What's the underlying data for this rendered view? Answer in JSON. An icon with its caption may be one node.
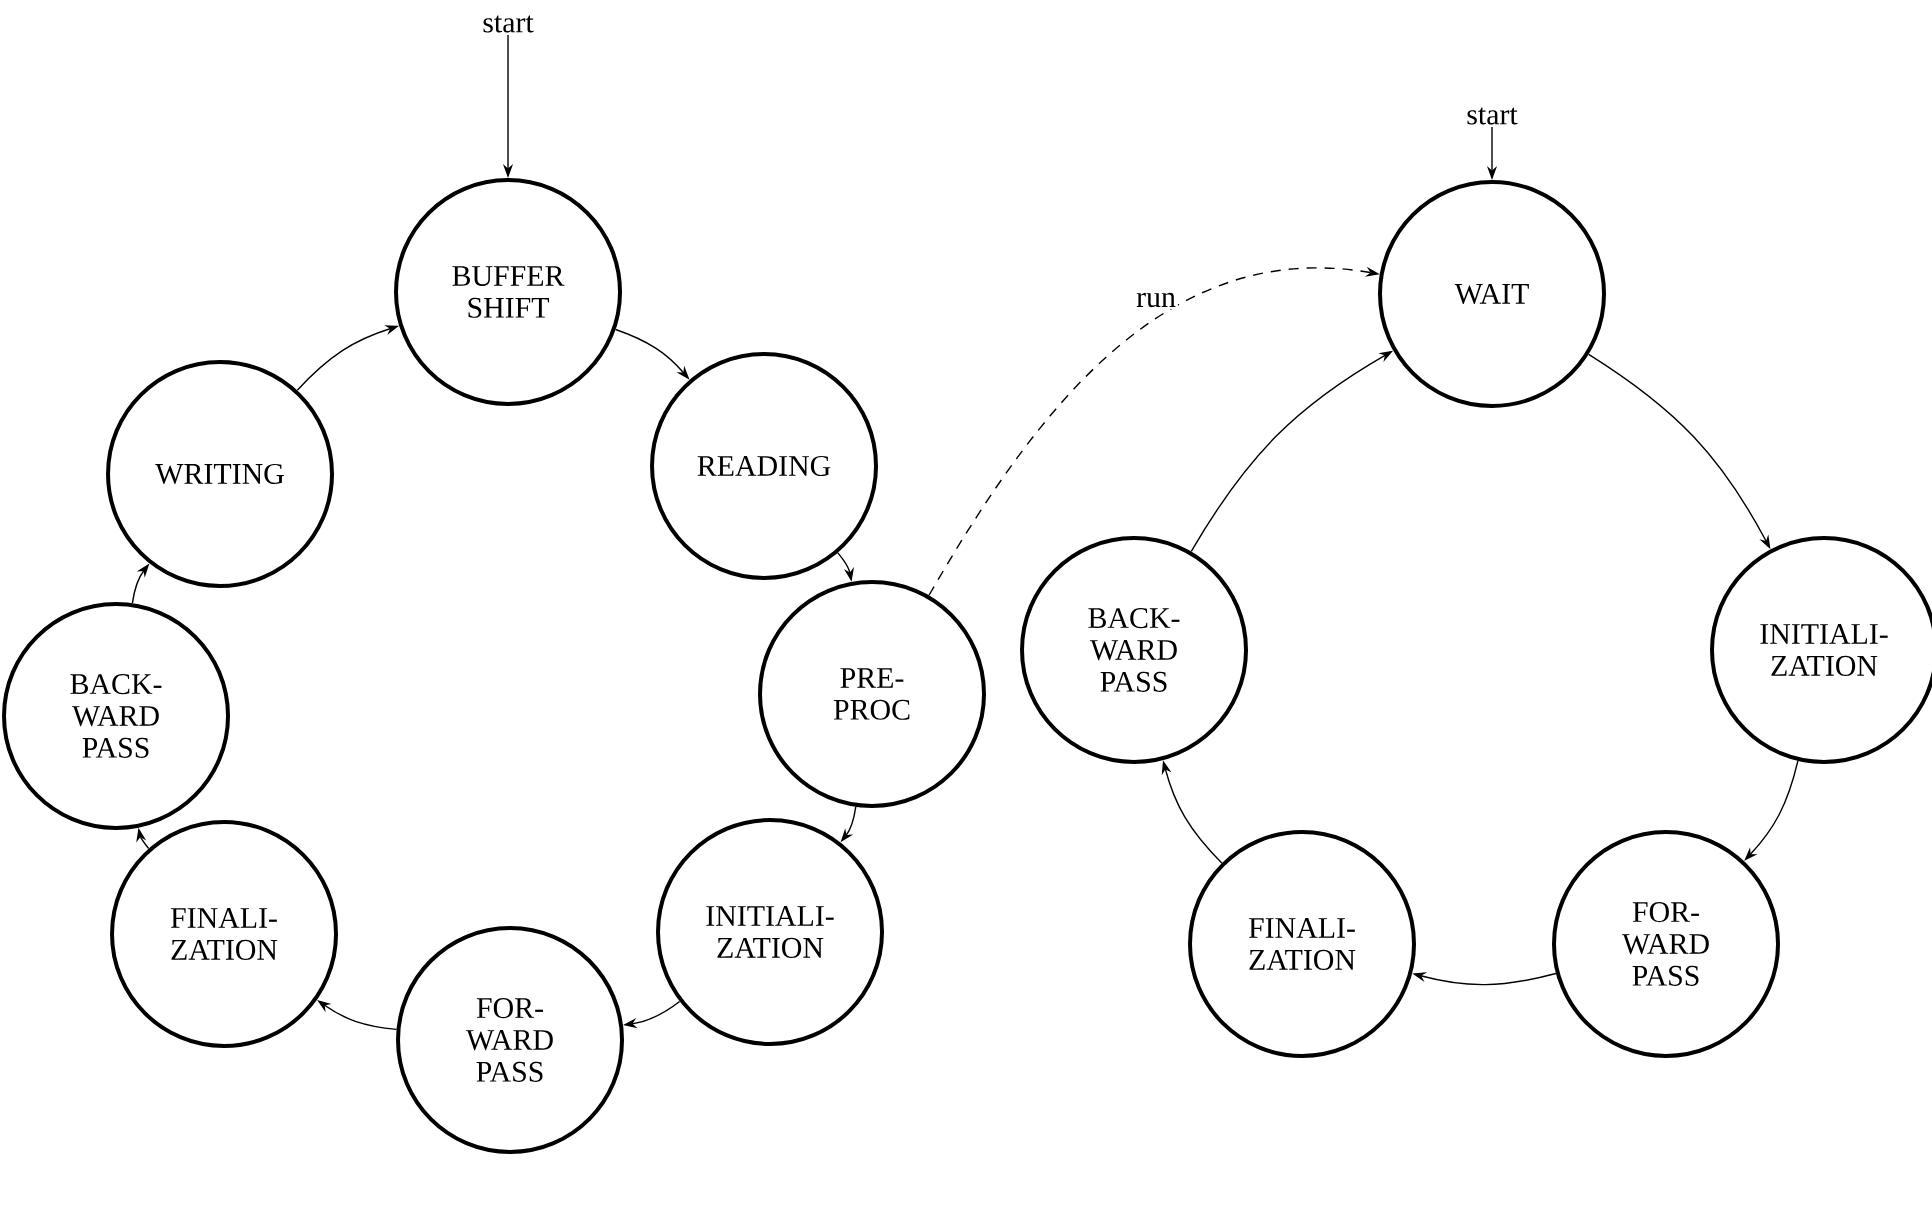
{
  "diagram": {
    "nodes": [
      {
        "text": [
          "start"
        ]
      },
      {
        "text": [
          "BUFFER SHIFT"
        ]
      },
      {
        "text": [
          "READING"
        ]
      },
      {
        "text": [
          "PRE- PROC"
        ]
      },
      {
        "text": [
          "INITIALI- ZATION"
        ]
      },
      {
        "text": [
          "FOR- WARD PASS"
        ]
      },
      {
        "text": [
          "FINALI- ZATION"
        ]
      },
      {
        "text": [
          "BACK- WARD PASS"
        ]
      },
      {
        "text": [
          "WRITING"
        ]
      },
      {
        "text": [
          "start"
        ]
      },
      {
        "text": [
          "WAIT"
        ]
      },
      {
        "text": [
          "INITIALI- ZATION"
        ]
      },
      {
        "text": [
          "FOR- WARD PASS"
        ]
      },
      {
        "text": [
          "FINALI- ZATION"
        ]
      },
      {
        "text": [
          "BACK- WARD PASS"
        ]
      }
    ],
    "edges": [
      {
        "from": 0,
        "to": 1,
        "arrow": "to"
      },
      {
        "from": 1,
        "to": 2,
        "arrow": "to"
      },
      {
        "from": 2,
        "to": 3,
        "arrow": "to"
      },
      {
        "from": 3,
        "to": 4,
        "arrow": "to"
      },
      {
        "from": 4,
        "to": 5,
        "arrow": "to"
      },
      {
        "from": 5,
        "to": 6,
        "arrow": "to"
      },
      {
        "from": 6,
        "to": 7,
        "arrow": "to"
      },
      {
        "from": 7,
        "to": 8,
        "arrow": "to"
      },
      {
        "from": 8,
        "to": 1,
        "arrow": "to"
      },
      {
        "from": 3,
        "to": 10,
        "arrow": "to",
        "label": "run",
        "style": "dashed"
      },
      {
        "from": 9,
        "to": 10,
        "arrow": "to"
      },
      {
        "from": 10,
        "to": 11,
        "arrow": "to"
      },
      {
        "from": 11,
        "to": 12,
        "arrow": "to"
      },
      {
        "from": 12,
        "to": 13,
        "arrow": "to"
      },
      {
        "from": 13,
        "to": 14,
        "arrow": "to"
      },
      {
        "from": 14,
        "to": 10,
        "arrow": "to"
      }
    ]
  }
}
